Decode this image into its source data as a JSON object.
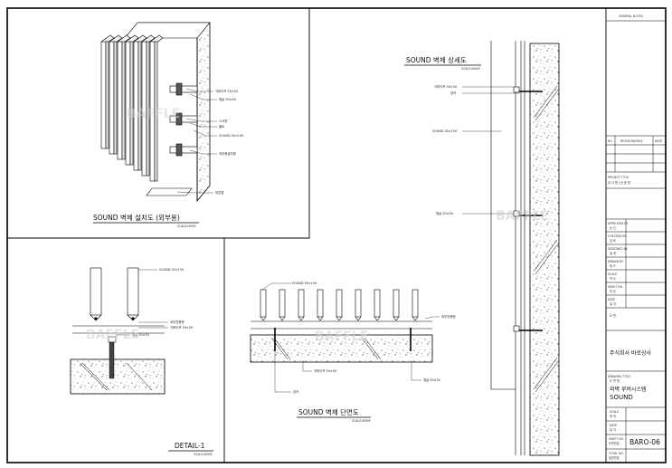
{
  "watermark": "BAFFLE",
  "views": {
    "install": {
      "title": "SOUND 벽체 설치도 (외부용)",
      "scale": "SCALE:NONE",
      "labels": {
        "a": "각파이프 50×50",
        "b": "앵글 50×50",
        "c": "스크류",
        "d": "볼트",
        "e": "SOUND 30×150",
        "f": "외부용설치형",
        "g": "마감캡"
      }
    },
    "detail_main": {
      "title": "SOUND 벽체 상세도",
      "scale": "SCALE:NONE",
      "labels": {
        "a": "각파이프 50×50",
        "b": "앙카",
        "c": "SOUND 30×150",
        "d": "앵글 50×50"
      }
    },
    "section": {
      "title": "SOUND 벽체 단면도",
      "scale": "SCALE:NONE",
      "labels": {
        "a": "SOUND 30×150",
        "b": "외부전용형",
        "c": "각파이프 50×50",
        "d": "앵글 50×50",
        "e": "앙카"
      }
    },
    "detail1": {
      "title": "DETAIL-1",
      "scale": "SCALE:NONE",
      "labels": {
        "a": "SOUND 30×150",
        "b": "외부전용형",
        "c": "각파이프 50×50",
        "d": "앵글 50×50"
      }
    }
  },
  "title_block": {
    "notes": "GENERAL NOTES",
    "rev": {
      "no": "NO.",
      "desc": "REVISION/DESC",
      "date": "DATE"
    },
    "project": {
      "label": "PROJECT TITLE",
      "value": "공 사 명 / 공 종 명"
    },
    "approvals": [
      {
        "label": "APPROVED BY",
        "value": "승 인"
      },
      {
        "label": "CHECKED BY",
        "value": "검 토"
      },
      {
        "label": "DESIGNED BY",
        "value": "설 계"
      },
      {
        "label": "DRAWN BY",
        "value": "제 도"
      },
      {
        "label": "SCALE",
        "value": "척 도"
      },
      {
        "label": "SHEET NO.",
        "value": "번 호"
      },
      {
        "label": "DATE",
        "value": "일 자"
      }
    ],
    "mark": "도 면",
    "company": "주식회사 바로상사",
    "drawing": {
      "label": "DRAWING TITLE",
      "sub": "도 면 명",
      "line1": "외벽 루버시스템",
      "line2": "SOUND"
    },
    "scale_row": {
      "label": "SCALE",
      "sub": "축 척"
    },
    "date_row": {
      "label": "DATE",
      "sub": "일 자"
    },
    "sheet_row": {
      "label": "SHEET NO.",
      "sub": "도면번호",
      "value": "BARO-06"
    },
    "total_row": {
      "label": "TOTAL NO.",
      "sub": "일련번호"
    }
  }
}
